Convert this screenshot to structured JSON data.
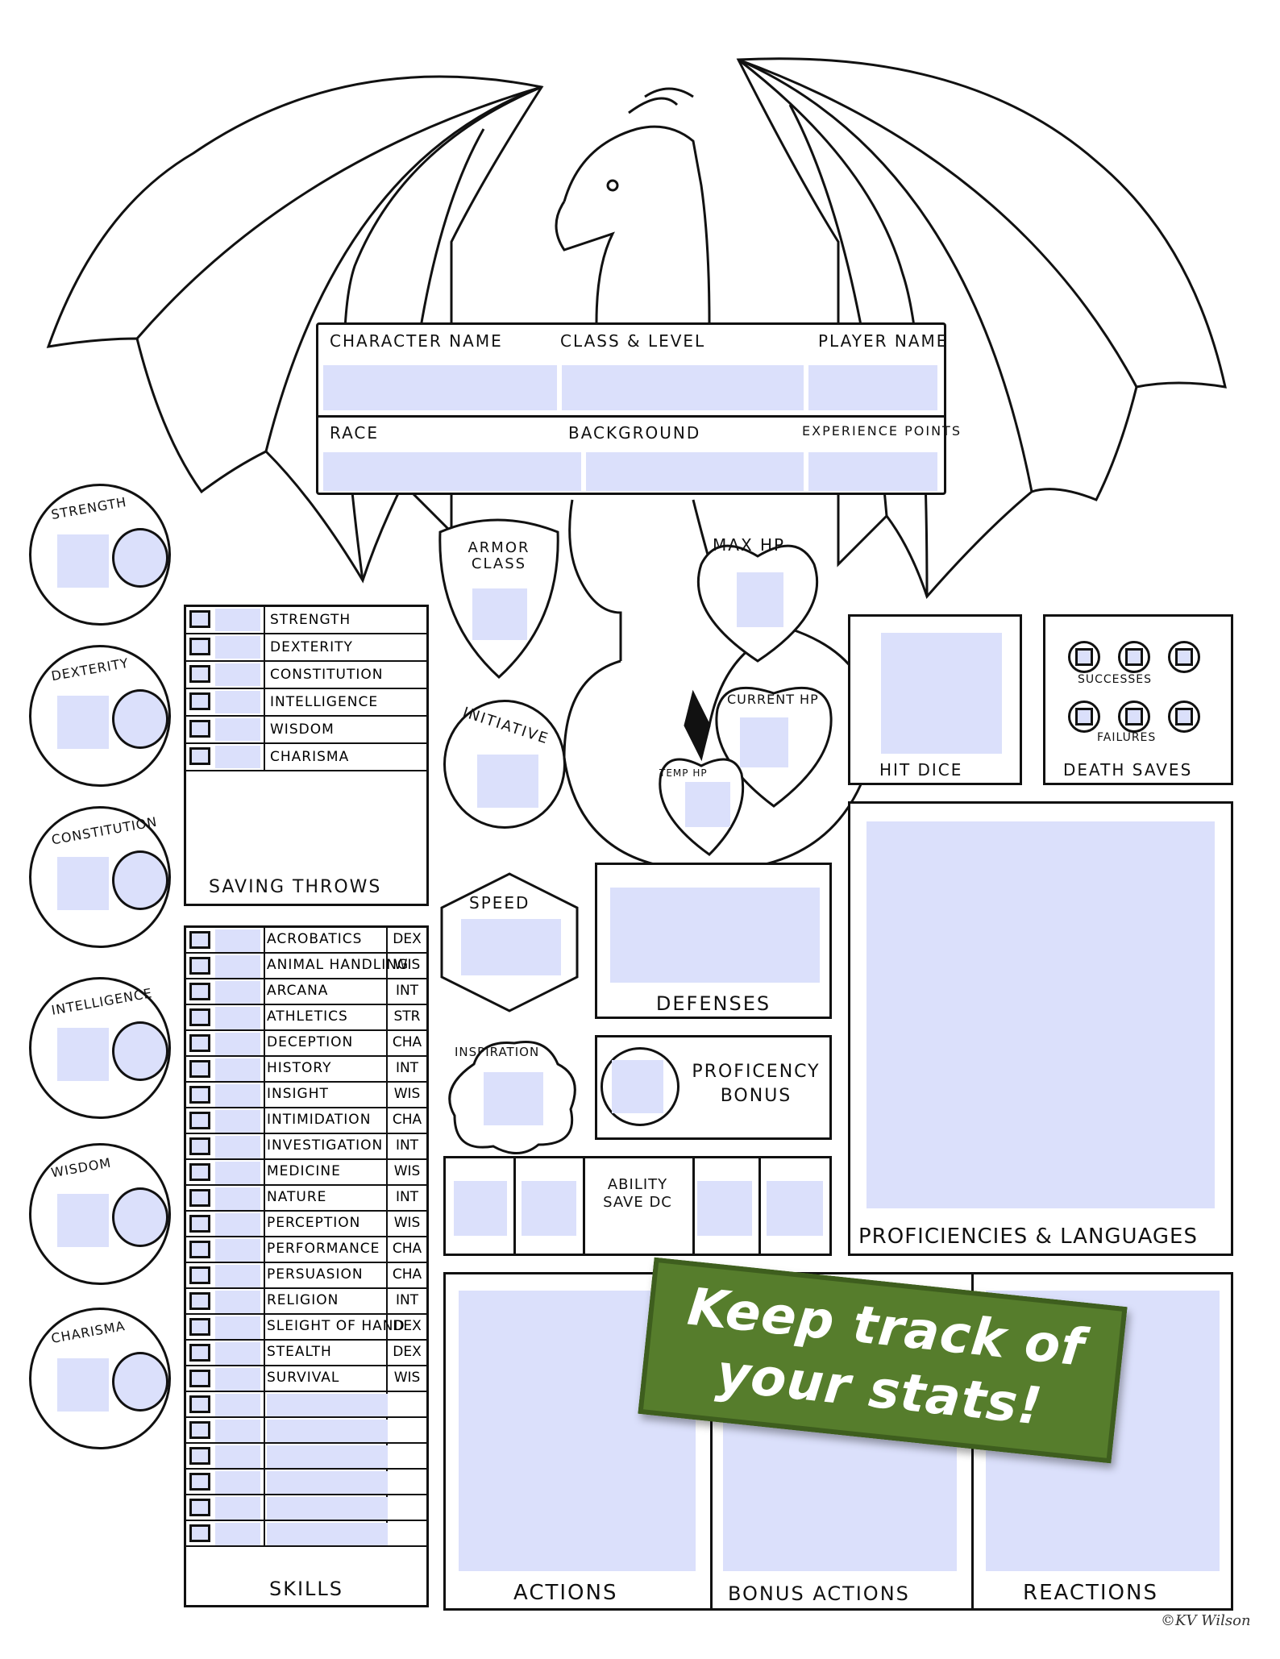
{
  "header": {
    "character_name": "CHARACTER NAME",
    "class_level": "CLASS & LEVEL",
    "player_name": "PLAYER NAME",
    "race": "RACE",
    "background": "BACKGROUND",
    "experience_points": "EXPERIENCE POINTS"
  },
  "abilities": [
    "STRENGTH",
    "DEXTERITY",
    "CONSTITUTION",
    "INTELLIGENCE",
    "WISDOM",
    "CHARISMA"
  ],
  "saving_throws": {
    "title": "SAVING THROWS",
    "items": [
      "STRENGTH",
      "DEXTERITY",
      "CONSTITUTION",
      "INTELLIGENCE",
      "WISDOM",
      "CHARISMA"
    ]
  },
  "skills": {
    "title": "SKILLS",
    "items": [
      {
        "name": "ACROBATICS",
        "ability": "DEX"
      },
      {
        "name": "ANIMAL HANDLING",
        "ability": "WIS"
      },
      {
        "name": "ARCANA",
        "ability": "INT"
      },
      {
        "name": "ATHLETICS",
        "ability": "STR"
      },
      {
        "name": "DECEPTION",
        "ability": "CHA"
      },
      {
        "name": "HISTORY",
        "ability": "INT"
      },
      {
        "name": "INSIGHT",
        "ability": "WIS"
      },
      {
        "name": "INTIMIDATION",
        "ability": "CHA"
      },
      {
        "name": "INVESTIGATION",
        "ability": "INT"
      },
      {
        "name": "MEDICINE",
        "ability": "WIS"
      },
      {
        "name": "NATURE",
        "ability": "INT"
      },
      {
        "name": "PERCEPTION",
        "ability": "WIS"
      },
      {
        "name": "PERFORMANCE",
        "ability": "CHA"
      },
      {
        "name": "PERSUASION",
        "ability": "CHA"
      },
      {
        "name": "RELIGION",
        "ability": "INT"
      },
      {
        "name": "SLEIGHT OF HAND",
        "ability": "DEX"
      },
      {
        "name": "STEALTH",
        "ability": "DEX"
      },
      {
        "name": "SURVIVAL",
        "ability": "WIS"
      }
    ]
  },
  "combat": {
    "armor_class": "ARMOR CLASS",
    "initiative": "INITIATIVE",
    "speed": "SPEED",
    "inspiration": "INSPIRATION",
    "max_hp": "MAX HP",
    "current_hp": "CURRENT HP",
    "temp_hp": "TEMP HP",
    "hit_dice": "HIT DICE",
    "death_saves": "DEATH SAVES",
    "successes": "SUCCESSES",
    "failures": "FAILURES",
    "defenses": "DEFENSES",
    "proficiency_bonus": "PROFICENCY BONUS",
    "ability_save_dc": "ABILITY SAVE DC"
  },
  "proficiencies": "PROFICIENCIES & LANGUAGES",
  "actions": {
    "actions": "ACTIONS",
    "bonus_actions": "BONUS ACTIONS",
    "reactions": "REACTIONS"
  },
  "banner": {
    "line1": "Keep track of",
    "line2": "your stats!"
  },
  "signature": "©KV Wilson"
}
